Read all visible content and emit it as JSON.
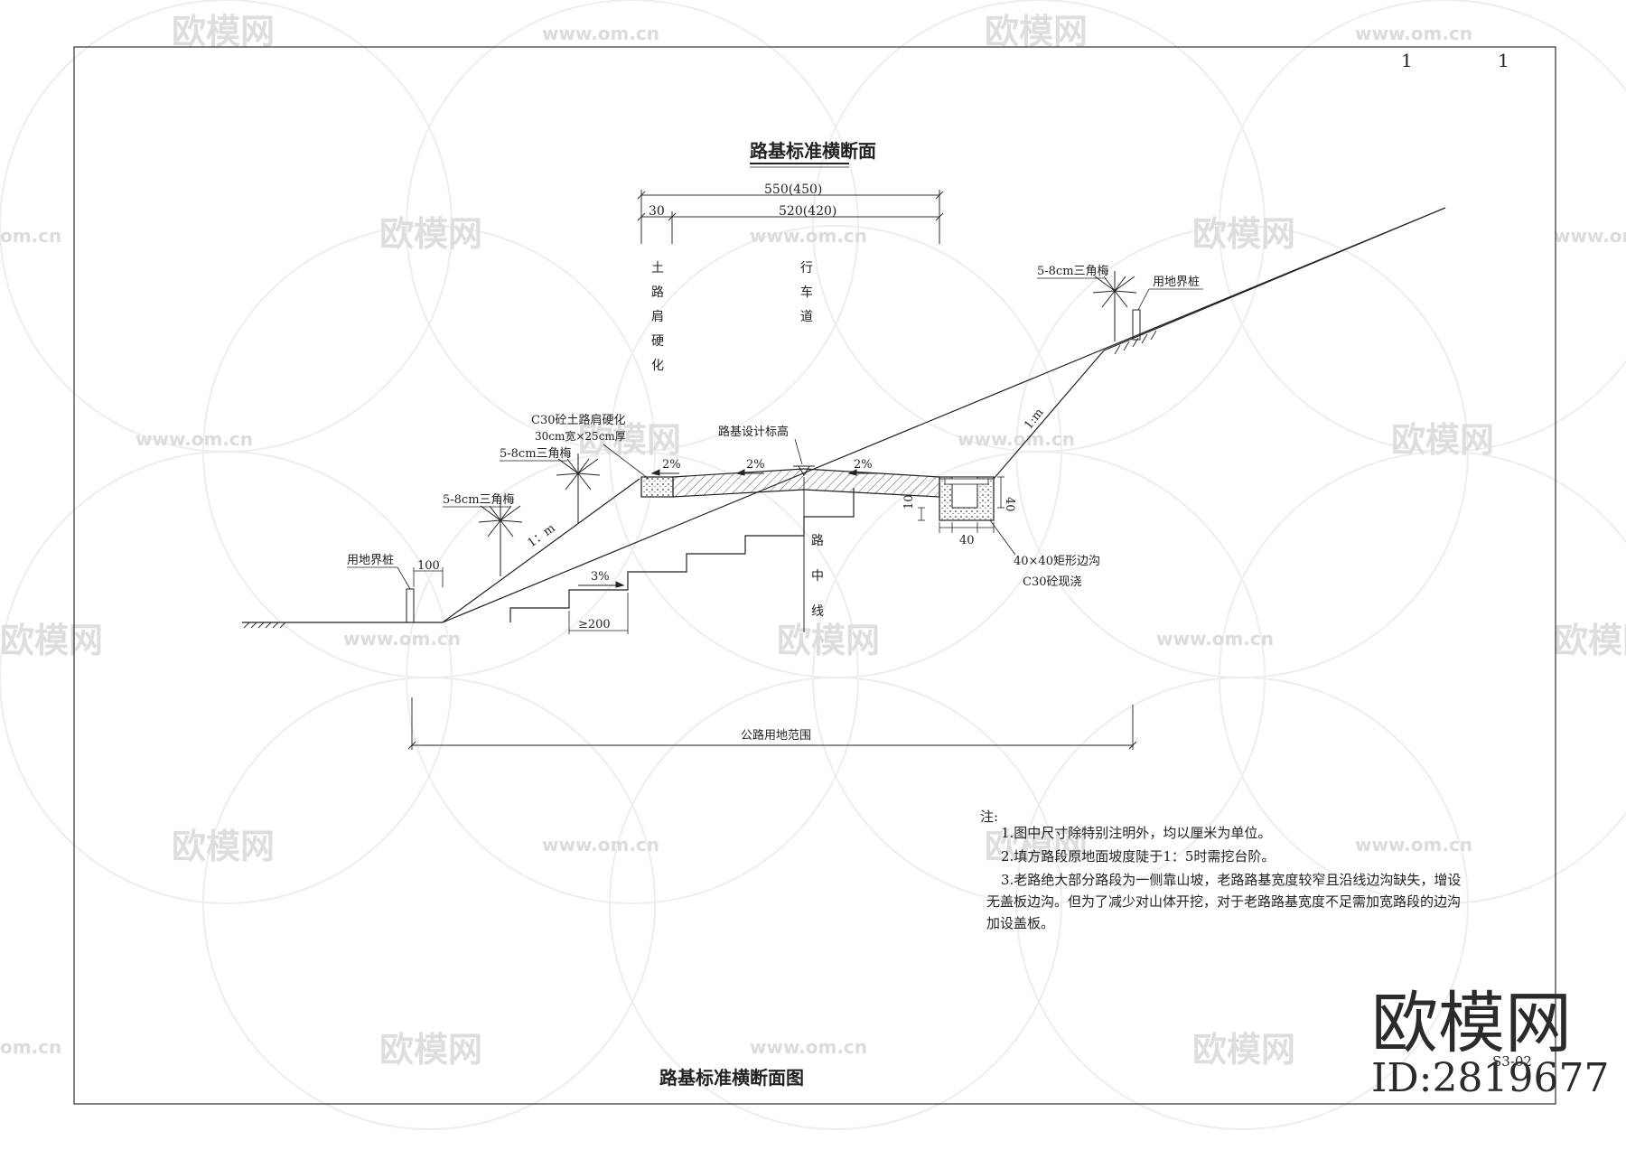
{
  "sheet": {
    "page_counter_a": "1",
    "page_counter_b": "1",
    "title": "路基标准横断面",
    "bottom_title": "路基标准横断面图",
    "drawing_no": "S3-02"
  },
  "dimensions": {
    "total_width": "550(450)",
    "lane_width": "520(420)",
    "shoulder_width": "30",
    "setback": "100",
    "step_width": "≥200",
    "ditch_width": "40",
    "ditch_depth": "40",
    "ditch_wall": "10",
    "land_range": "公路用地范围"
  },
  "zones": {
    "shoulder_chars": [
      "土",
      "路",
      "肩",
      "硬",
      "化"
    ],
    "lane_chars": [
      "行",
      "车",
      "道"
    ],
    "centerline_chars": [
      "路",
      "中",
      "线"
    ]
  },
  "labels": {
    "shoulder_hardening_1": "C30砼土路肩硬化",
    "shoulder_hardening_2": "30cm宽×25cm厚",
    "design_elevation": "路基设计标高",
    "slope_fill": "1：m",
    "slope_cut": "1:m",
    "grade_step": "3%",
    "grade_left": "2%",
    "grade_mid": "2%",
    "grade_right": "2%",
    "tree_1": "5-8cm三角梅",
    "tree_2": "5-8cm三角梅",
    "tree_3": "5-8cm三角梅",
    "boundary_left": "用地界桩",
    "boundary_right": "用地界桩",
    "ditch_1": "40×40矩形边沟",
    "ditch_2": "C30砼现浇"
  },
  "notes": {
    "heading": "注:",
    "items": [
      "1.图中尺寸除特别注明外，均以厘米为单位。",
      "2.填方路段原地面坡度陡于1：5时需挖台阶。",
      "3.老路绝大部分路段为一侧靠山坡，老路路基宽度较窄且沿线边沟缺失，增设",
      "无盖板边沟。但为了减少对山体开挖，对于老路路基宽度不足需加宽路段的边沟",
      "加设盖板。"
    ]
  },
  "watermark": {
    "brand": "欧模网",
    "url": "www.om.cn",
    "url_short": "om.cn",
    "stamp_brand": "欧模网",
    "stamp_id": "ID:2819677"
  }
}
